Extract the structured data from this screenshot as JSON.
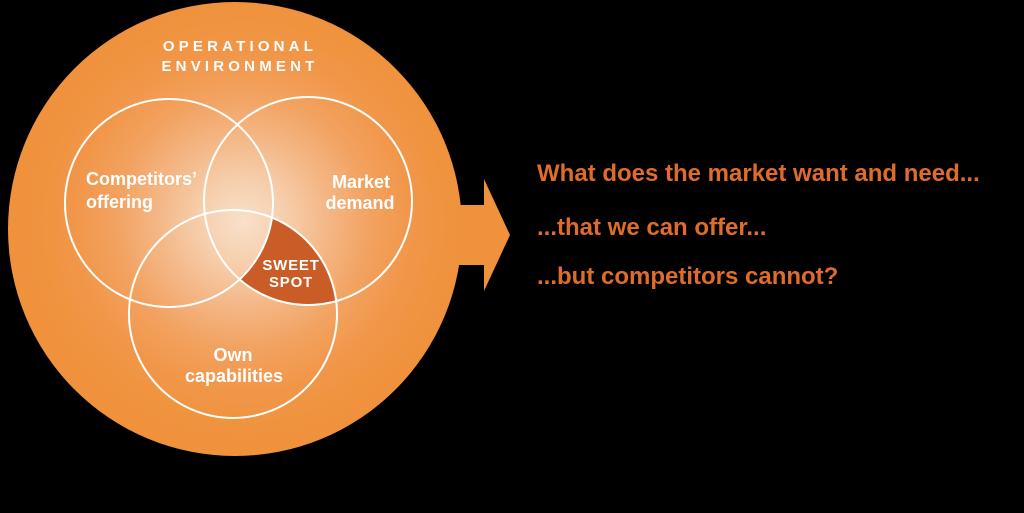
{
  "canvas": {
    "background_color": "#000000"
  },
  "diagram": {
    "title": {
      "line1": "OPERATIONAL",
      "line2": "ENVIRONMENT"
    },
    "outer_circle": {
      "edge_color": "#f0923c",
      "glow_color": "#f8e0ca"
    },
    "circles": [
      {
        "id": "competitors-offering",
        "label_line1": "Competitors’",
        "label_line2": "offering"
      },
      {
        "id": "market-demand",
        "label_line1": "Market",
        "label_line2": "demand"
      },
      {
        "id": "own-capabilities",
        "label_line1": "Own",
        "label_line2": "capabilities"
      }
    ],
    "sweet_spot": {
      "line1": "SWEET",
      "line2": "SPOT",
      "fill_color": "#ca5d27"
    },
    "arrow": {
      "icon": "arrow-right-icon",
      "color": "#f0923c"
    }
  },
  "annotation": {
    "color": "#df6c2c",
    "line1": "What does the market want and need...",
    "line2": "...that we can offer...",
    "line3": "...but competitors cannot?"
  }
}
